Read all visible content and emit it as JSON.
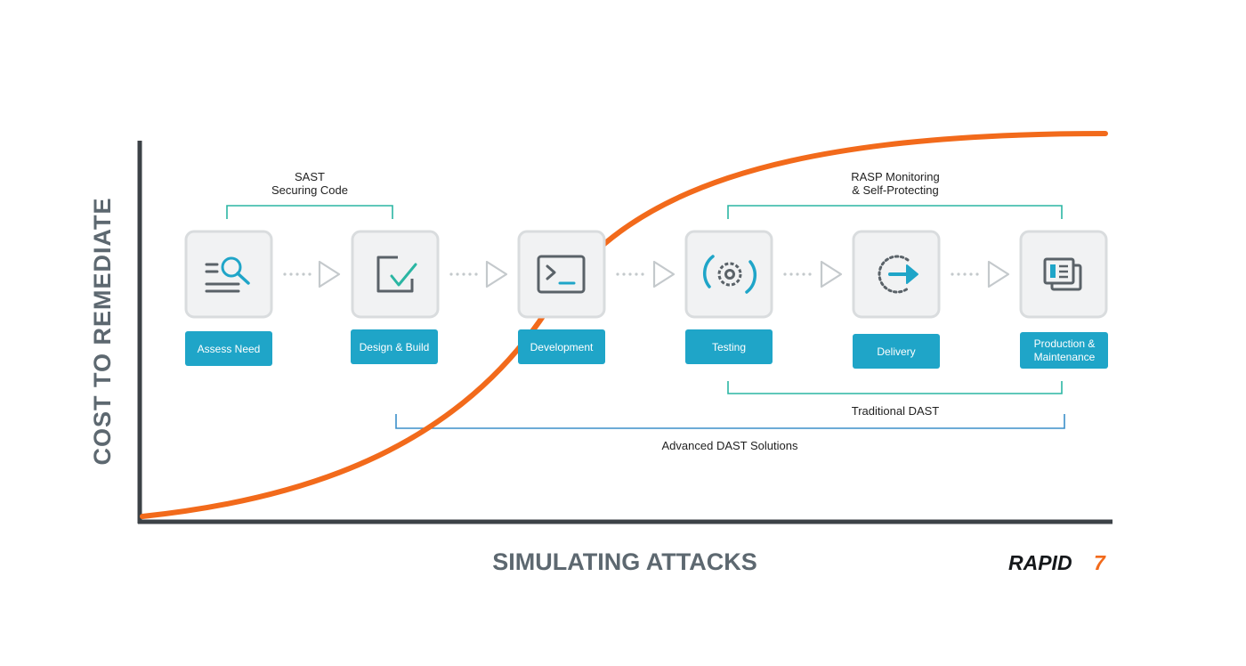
{
  "axes": {
    "y_label": "COST TO REMEDIATE",
    "x_label": "SIMULATING ATTACKS"
  },
  "brackets": {
    "sast": {
      "line1": "SAST",
      "line2": "Securing Code"
    },
    "rasp": {
      "line1": "RASP Monitoring",
      "line2": "& Self-Protecting"
    },
    "traditional_dast": "Traditional DAST",
    "advanced_dast": "Advanced DAST Solutions"
  },
  "stages": [
    {
      "label": "Assess Need",
      "icon": "magnifier-list-icon"
    },
    {
      "label": "Design & Build",
      "icon": "checkbox-icon"
    },
    {
      "label": "Development",
      "icon": "terminal-icon"
    },
    {
      "label": "Testing",
      "icon": "gear-icon"
    },
    {
      "label": "Delivery",
      "icon": "dispatch-arrow-icon"
    },
    {
      "label_line1": "Production &",
      "label_line2": "Maintenance",
      "icon": "documents-icon"
    }
  ],
  "logo": {
    "text": "RAPID",
    "mark": "7"
  },
  "colors": {
    "teal": "#1fa5c8",
    "teal_bracket": "#2bb6a3",
    "blue_bracket": "#3b8fc9",
    "orange_curve": "#f26a1b",
    "axis": "#3c4247",
    "axis_label": "#5d6870",
    "tile_border": "#d9dcde",
    "icon_gray": "#5a6268",
    "connector": "#c4c9cc"
  }
}
